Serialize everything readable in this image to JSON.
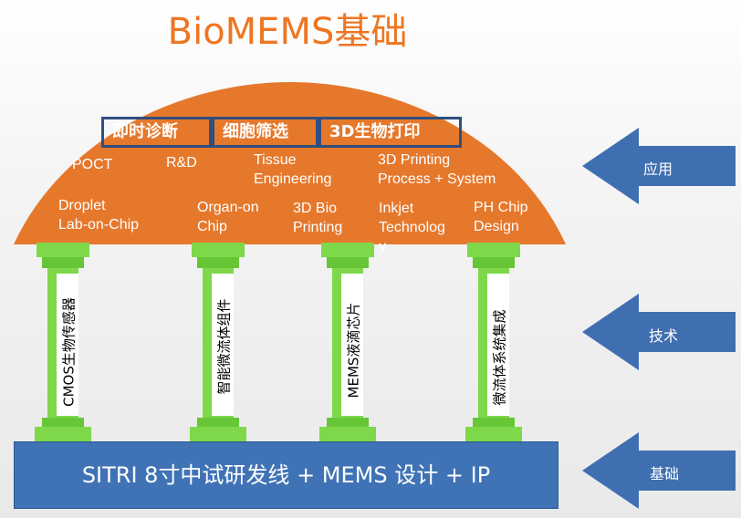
{
  "title": "BioMEMS基础",
  "applications": [
    "即时诊断",
    "细胞筛选",
    "3D生物打印"
  ],
  "dome_labels": {
    "poct": "POCT",
    "rd": "R&D",
    "tissue": [
      "Tissue",
      "Engineering"
    ],
    "printing": [
      "3D Printing",
      "Process + System"
    ],
    "droplet": [
      "Droplet",
      "Lab-on-Chip"
    ],
    "organ": [
      "Organ-on",
      "Chip"
    ],
    "bio": [
      "3D Bio",
      "Printing"
    ],
    "inkjet": [
      "Inkjet",
      "Technolog",
      "y"
    ],
    "ph": [
      "PH Chip",
      "Design"
    ]
  },
  "pillars": [
    "CMOS生物传感器",
    "智能微流体组件",
    "MEMS液滴芯片",
    "微流体系统集成"
  ],
  "base": "SITRI 8寸中试研发线  +  MEMS 设计 + IP",
  "arrows": [
    "应用",
    "技术",
    "基础"
  ],
  "colors": {
    "dome": "#E6782C",
    "pillar": "#7ED84A",
    "base": "#3F73B5",
    "arrow": "#3F6FB0",
    "title": "#EE7622"
  }
}
